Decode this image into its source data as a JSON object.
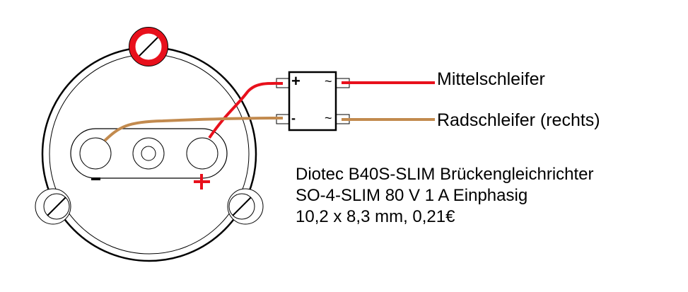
{
  "labels": {
    "wire_red": "Mittelschleifer",
    "wire_tan": "Radschleifer (rechts)"
  },
  "bridge": {
    "plus": "+",
    "minus": "-",
    "ac1": "~",
    "ac2": "~"
  },
  "description": [
    "Diotec B40S-SLIM Brückengleichrichter",
    "SO-4-SLIM 80 V 1 A Einphasig",
    "10,2 x 8,3 mm, 0,21€"
  ],
  "colors": {
    "red_wire": "#e8101c",
    "tan_wire": "#c28a4e",
    "outline": "#000000"
  }
}
